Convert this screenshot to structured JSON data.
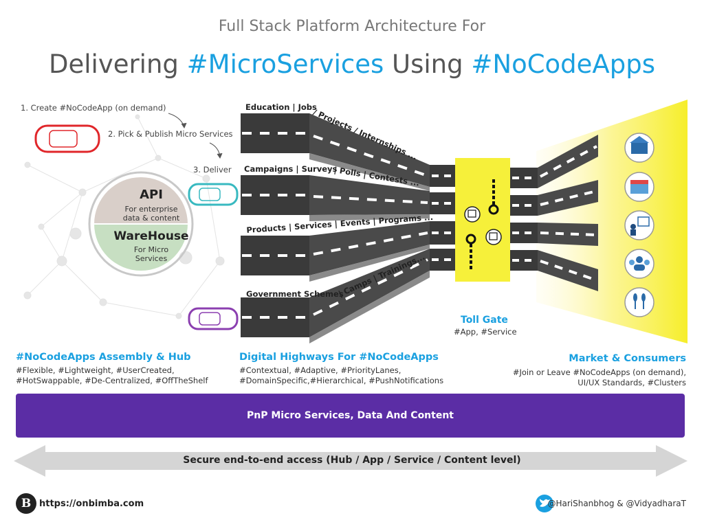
{
  "header": {
    "title_top": "Full Stack Platform Architecture For",
    "title_part1": "Delivering ",
    "title_hl1": "#MicroServices",
    "title_part2": " Using ",
    "title_hl2": "#NoCodeApps"
  },
  "steps": {
    "step1": "1. Create #NoCodeApp (on demand)",
    "step2": "2. Pick & Publish Micro Services",
    "step3": "3. Deliver"
  },
  "hub": {
    "api_title": "API",
    "api_sub1": "For enterprise",
    "api_sub2": "data & content",
    "warehouse_title": "WareHouse",
    "warehouse_sub1": "For Micro",
    "warehouse_sub2": "Services"
  },
  "lanes": {
    "lane1_left": "Education | Jobs",
    "lane1_right": "/ Projects / Internships ...",
    "lane2_left": "Campaigns | Surveys",
    "lane2_right": "| Polls | Contests ...",
    "lane3": "Products | Services | Events | Programs ...",
    "lane4_left": "Government Schemes",
    "lane4_right": "| Camps | Trainings..."
  },
  "gate": {
    "title": "Toll Gate",
    "subtitle": "#App, #Service"
  },
  "sections": {
    "hub_title": "#NoCodeApps Assembly & Hub",
    "hub_desc1": "#Flexible, #Lightweight, #UserCreated,",
    "hub_desc2": "#HotSwappable, #De-Centralized, #OffTheShelf",
    "highway_title": "Digital Highways For #NoCodeApps",
    "highway_desc1": "#Contextual, #Adaptive, #PriorityLanes,",
    "highway_desc2": "#DomainSpecific,#Hierarchical, #PushNotifications",
    "market_title": "Market & Consumers",
    "market_desc1": "#Join or Leave #NoCodeApps (on demand),",
    "market_desc2": "UI/UX Standards, #Clusters"
  },
  "band": {
    "label": "PnP Micro Services, Data And Content"
  },
  "access": {
    "label": "Secure end-to-end access (Hub / App / Service / Content level)"
  },
  "footer": {
    "logo_letter": "B",
    "url": "https://onbimba.com",
    "handles": "@HariShanbhog & @VidyadharaT"
  },
  "icons": {
    "cars": [
      "red-car-icon",
      "teal-car-icon",
      "purple-car-icon"
    ],
    "consumers": [
      "school-icon",
      "store-icon",
      "presentation-icon",
      "group-icon",
      "farming-icon"
    ]
  },
  "colors": {
    "accent_blue": "#1aa0e0",
    "band_purple": "#5b2da5",
    "road": "#3a3a3a",
    "gate_yellow": "#f6f03a",
    "car_red": "#e0262a",
    "car_teal": "#38b9c0",
    "car_purple": "#8b3fb0"
  }
}
